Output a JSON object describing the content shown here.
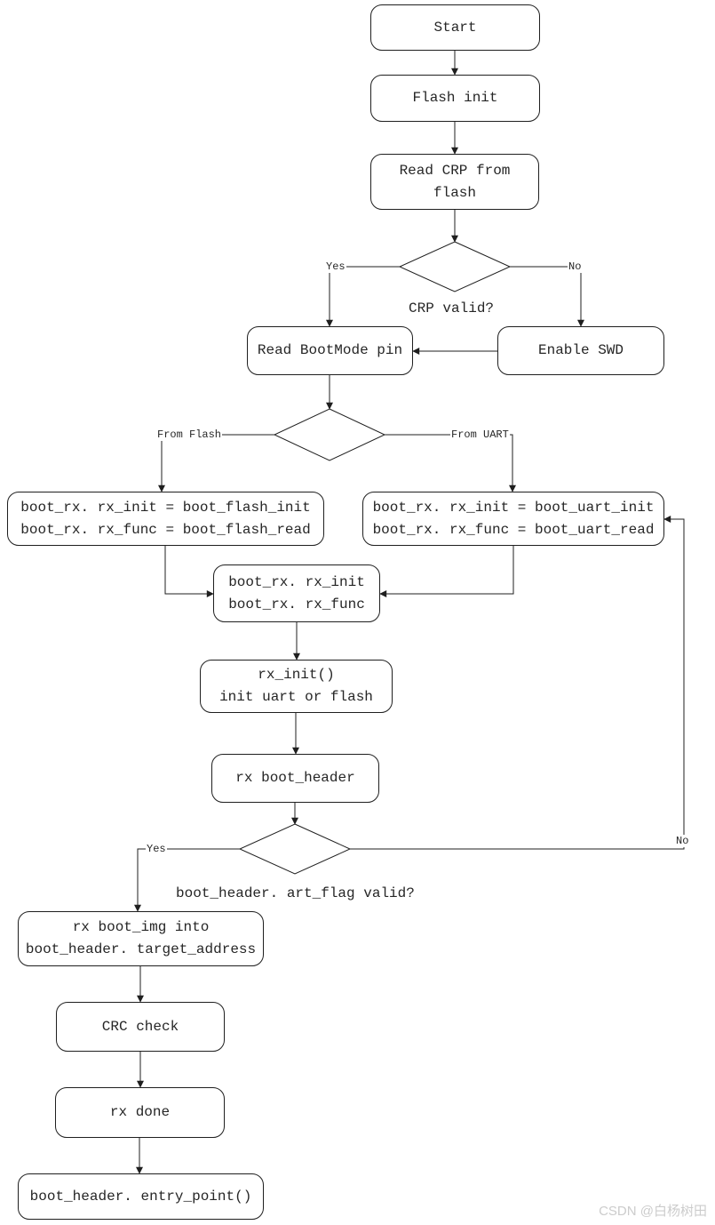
{
  "nodes": {
    "start": {
      "label": "Start"
    },
    "flash_init": {
      "label": "Flash init"
    },
    "read_crp": {
      "line1": "Read CRP from",
      "line2": "flash"
    },
    "read_bootmode": {
      "label": "Read BootMode pin"
    },
    "enable_swd": {
      "label": "Enable SWD"
    },
    "set_flash_handlers": {
      "line1": "boot_rx. rx_init = boot_flash_init",
      "line2": "boot_rx. rx_func = boot_flash_read"
    },
    "set_uart_handlers": {
      "line1": "boot_rx. rx_init = boot_uart_init",
      "line2": "boot_rx. rx_func = boot_uart_read"
    },
    "boot_rx": {
      "line1": "boot_rx. rx_init",
      "line2": "boot_rx. rx_func"
    },
    "rx_init": {
      "line1": "rx_init()",
      "line2": "init uart or flash"
    },
    "rx_boot_header": {
      "label": "rx boot_header"
    },
    "rx_boot_img": {
      "line1": "rx boot_img into",
      "line2": "boot_header. target_address"
    },
    "crc_check": {
      "label": "CRC check"
    },
    "rx_done": {
      "label": "rx done"
    },
    "entry_point": {
      "label": "boot_header. entry_point()"
    }
  },
  "decisions": {
    "crp_valid": {
      "question": "CRP valid?",
      "yes_label": "Yes",
      "no_label": "No"
    },
    "boot_mode": {
      "left_label": "From Flash",
      "right_label": "From UART"
    },
    "art_flag": {
      "question": "boot_header. art_flag valid?",
      "yes_label": "Yes",
      "no_label": "No"
    }
  },
  "watermark": {
    "text": "CSDN @白杨树田"
  },
  "colors": {
    "background": "#ffffff",
    "line": "#1f1f1f",
    "text": "#262626",
    "watermark": "#cccccc"
  }
}
